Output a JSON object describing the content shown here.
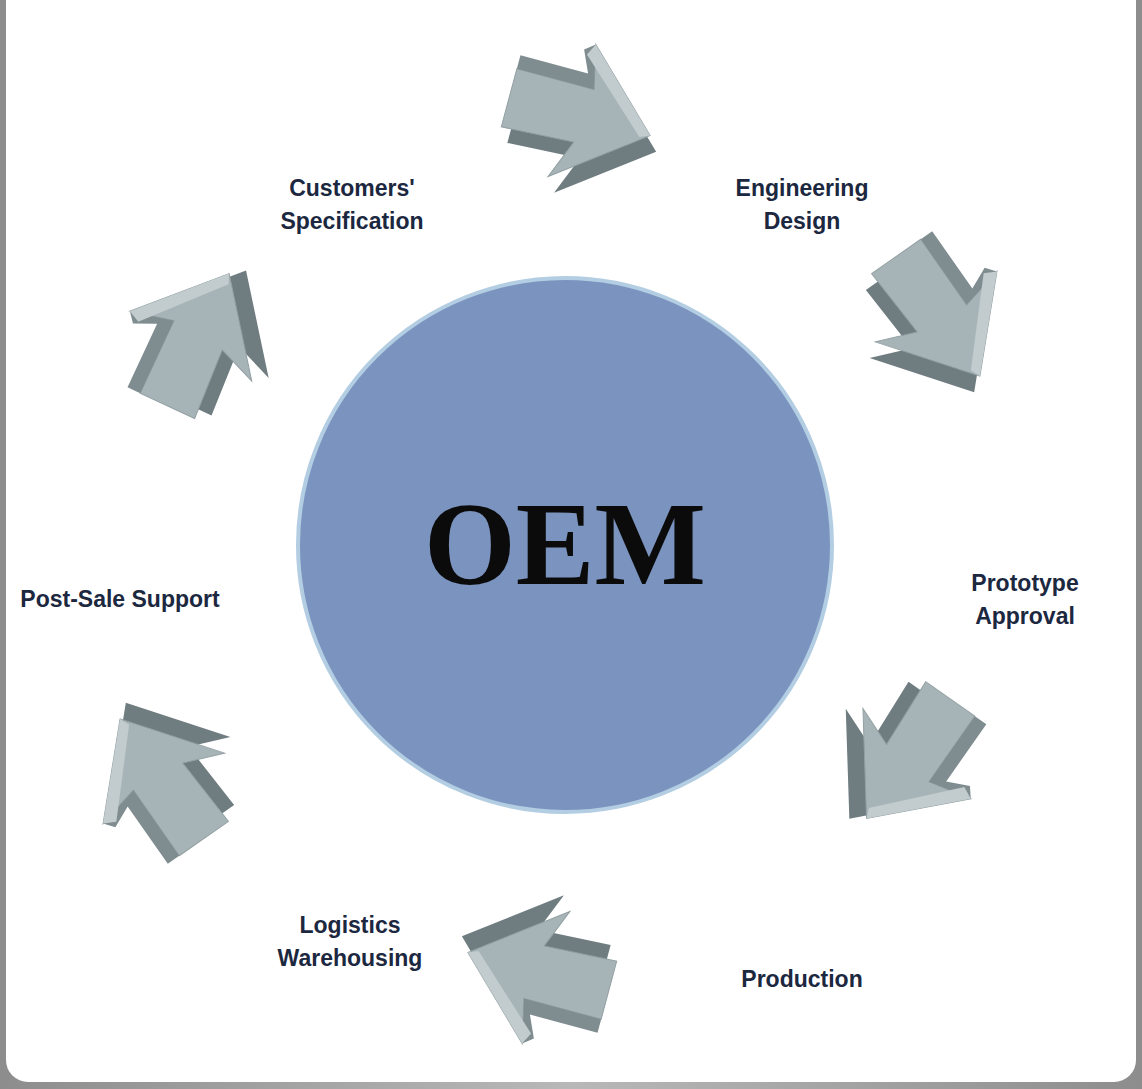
{
  "diagram": {
    "nodes": [
      {
        "text": [
          "OEM"
        ]
      }
    ],
    "labels": [
      "Customers' Specification",
      "Engineering Design",
      "Prototype Approval",
      "Production",
      "Logistics Warehousing",
      "Post-Sale Support"
    ]
  }
}
